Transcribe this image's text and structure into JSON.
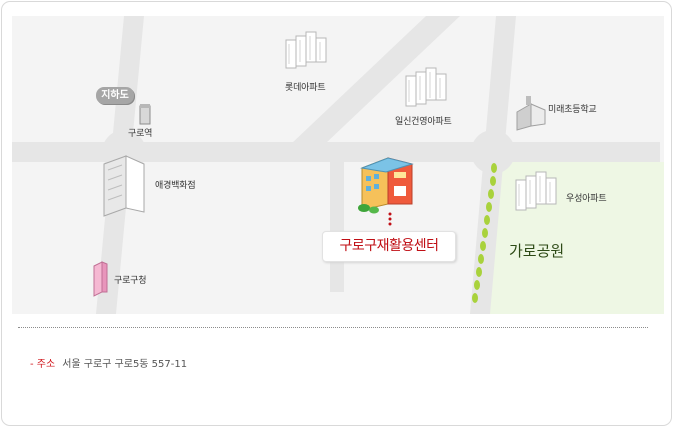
{
  "map": {
    "badge_underpass": "지하도",
    "landmarks": {
      "lotte_apt": "롯데아파트",
      "ilsin_apt": "일신건영아파트",
      "mirae_school": "미래초등학교",
      "guro_station": "구로역",
      "aekyung_dept": "애경백화점",
      "usung_apt": "우성아파트",
      "guro_office": "구로구청"
    },
    "destination": "구로구재활용센터",
    "park": "가로공원",
    "colors": {
      "road": "#e6e6e6",
      "block": "#f4f4f4",
      "park": "#eef7e4",
      "destination": "#c00f15",
      "tree": "#a9d23c"
    }
  },
  "address": {
    "key": "- 주소",
    "value": "서울 구로구 구로5동 557-11"
  }
}
